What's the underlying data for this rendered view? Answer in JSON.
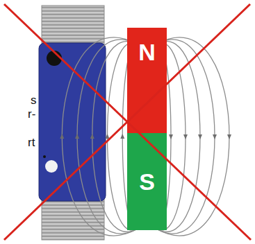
{
  "diagram": {
    "nodes": [
      {
        "text": [
          "N"
        ]
      },
      {
        "text": [
          "S"
        ]
      }
    ],
    "labels": [
      "s",
      "r-",
      "rt"
    ]
  }
}
